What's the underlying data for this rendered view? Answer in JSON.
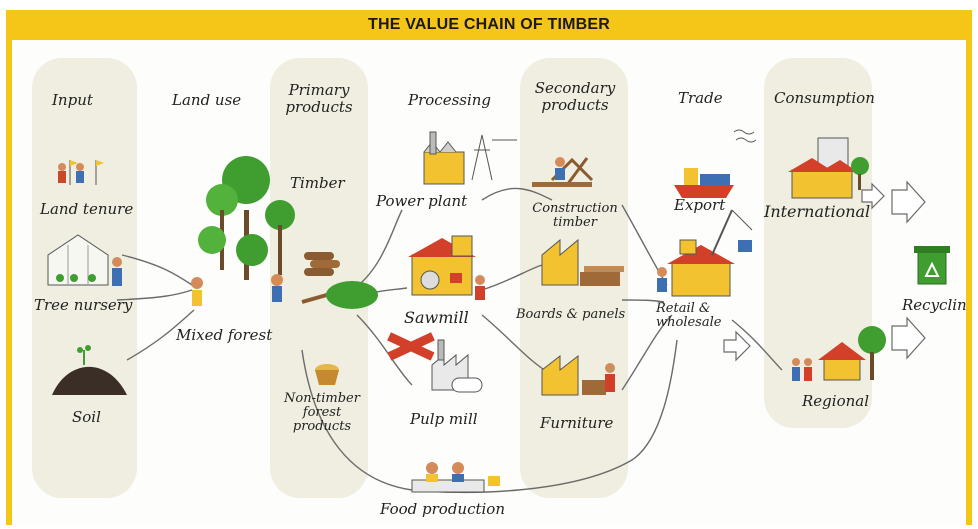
{
  "title": "THE VALUE CHAIN OF TIMBER",
  "colors": {
    "frame": "#f5c518",
    "column_band": "#efeee0",
    "arrow_stroke": "#6b6b6b",
    "tree_green": "#3f9e2f",
    "building_yellow": "#f2c230",
    "roof_red": "#d2402a"
  },
  "columns": {
    "input": "Input",
    "land_use": "Land use",
    "primary_products": "Primary products",
    "processing": "Processing",
    "secondary_products": "Secondary products",
    "trade": "Trade",
    "consumption": "Consumption"
  },
  "nodes": {
    "land_tenure": "Land tenure",
    "tree_nursery": "Tree nursery",
    "soil": "Soil",
    "mixed_forest": "Mixed forest",
    "timber": "Timber",
    "non_timber": "Non-timber forest products",
    "power_plant": "Power plant",
    "sawmill": "Sawmill",
    "pulp_mill": "Pulp mill",
    "construction_timber": "Construction timber",
    "boards_panels": "Boards & panels",
    "furniture": "Furniture",
    "export": "Export",
    "retail_wholesale": "Retail & wholesale",
    "international": "International",
    "regional": "Regional",
    "recycling": "Recycling",
    "food_production": "Food production"
  },
  "icons": [
    "people-flags-icon",
    "greenhouse-icon",
    "soil-mound-icon",
    "forest-icon",
    "logs-icon",
    "basket-icon",
    "power-plant-icon",
    "sawmill-icon",
    "cross-icon",
    "pulp-mill-icon",
    "crane-worker-icon",
    "factory-icon",
    "furniture-factory-icon",
    "ship-icon",
    "warehouse-crane-icon",
    "city-icon",
    "house-icon",
    "recycle-bin-icon",
    "people-table-icon"
  ]
}
